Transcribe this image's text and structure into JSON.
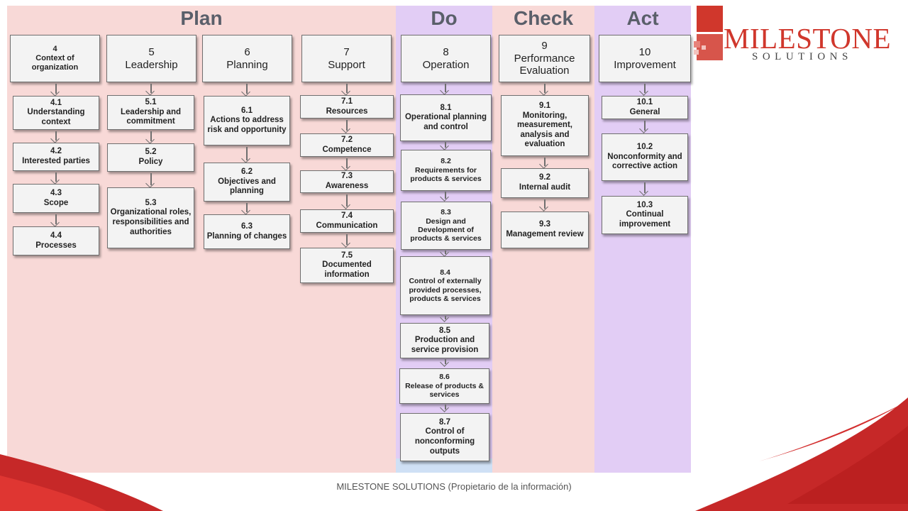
{
  "columns": {
    "plan": {
      "title": "Plan",
      "color": "#f8d9d7"
    },
    "do": {
      "title": "Do",
      "color": "#e2cdf5"
    },
    "check": {
      "title": "Check",
      "color": "#f8d9d7"
    },
    "act": {
      "title": "Act",
      "color": "#e2cdf5"
    }
  },
  "groups": {
    "g4": {
      "head": {
        "num": "4",
        "label": "Context of organization"
      },
      "items": [
        {
          "num": "4.1",
          "label": "Understanding context"
        },
        {
          "num": "4.2",
          "label": "Interested parties"
        },
        {
          "num": "4.3",
          "label": "Scope"
        },
        {
          "num": "4.4",
          "label": "Processes"
        }
      ]
    },
    "g5": {
      "head": {
        "num": "5",
        "label": "Leadership"
      },
      "items": [
        {
          "num": "5.1",
          "label": "Leadership and commitment"
        },
        {
          "num": "5.2",
          "label": "Policy"
        },
        {
          "num": "5.3",
          "label": "Organizational roles, responsibilities and authorities"
        }
      ]
    },
    "g6": {
      "head": {
        "num": "6",
        "label": "Planning"
      },
      "items": [
        {
          "num": "6.1",
          "label": "Actions to address risk and opportunity"
        },
        {
          "num": "6.2",
          "label": "Objectives and planning"
        },
        {
          "num": "6.3",
          "label": "Planning of changes"
        }
      ]
    },
    "g7": {
      "head": {
        "num": "7",
        "label": "Support"
      },
      "items": [
        {
          "num": "7.1",
          "label": "Resources"
        },
        {
          "num": "7.2",
          "label": "Competence"
        },
        {
          "num": "7.3",
          "label": "Awareness"
        },
        {
          "num": "7.4",
          "label": "Communication"
        },
        {
          "num": "7.5",
          "label": "Documented information"
        }
      ]
    },
    "g8": {
      "head": {
        "num": "8",
        "label": "Operation"
      },
      "items": [
        {
          "num": "8.1",
          "label": "Operational planning and control"
        },
        {
          "num": "8.2",
          "label": "Requirements for products & services"
        },
        {
          "num": "8.3",
          "label": "Design and Development of products & services"
        },
        {
          "num": "8.4",
          "label": "Control of externally provided processes, products & services"
        },
        {
          "num": "8.5",
          "label": "Production and service provision"
        },
        {
          "num": "8.6",
          "label": "Release of products & services"
        },
        {
          "num": "8.7",
          "label": "Control of nonconforming outputs"
        }
      ]
    },
    "g9": {
      "head": {
        "num": "9",
        "label": "Performance Evaluation"
      },
      "items": [
        {
          "num": "9.1",
          "label": "Monitoring, measurement, analysis and evaluation"
        },
        {
          "num": "9.2",
          "label": "Internal audit"
        },
        {
          "num": "9.3",
          "label": "Management review"
        }
      ]
    },
    "g10": {
      "head": {
        "num": "10",
        "label": "Improvement"
      },
      "items": [
        {
          "num": "10.1",
          "label": "General"
        },
        {
          "num": "10.2",
          "label": "Nonconformity and corrective action"
        },
        {
          "num": "10.3",
          "label": "Continual improvement"
        }
      ]
    }
  },
  "logo": {
    "word": "MILESTONE",
    "sub": "SOLUTIONS",
    "color": "#d0372c"
  },
  "footer": "MILESTONE SOLUTIONS (Propietario de la información)"
}
